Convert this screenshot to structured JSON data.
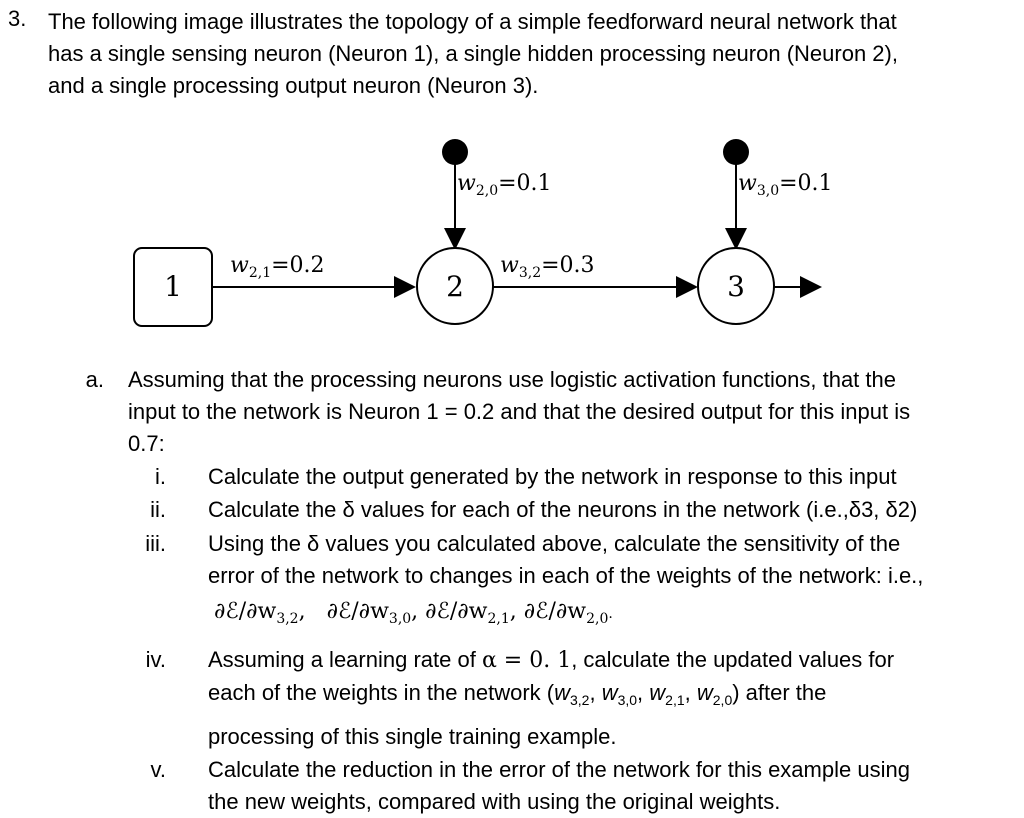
{
  "question": {
    "number": "3.",
    "intro": "The following image illustrates the topology of a simple feedforward neural network that has a single sensing neuron (Neuron 1), a single hidden processing neuron (Neuron 2), and a single processing output neuron (Neuron 3).",
    "intro_lines": [
      "The following image illustrates the topology of a simple feedforward neural network that",
      "has a single sensing neuron (Neuron 1), a single hidden processing neuron (Neuron 2),",
      "and a single processing output neuron (Neuron 3)."
    ]
  },
  "diagram": {
    "neurons": [
      {
        "id": "1",
        "type": "input"
      },
      {
        "id": "2",
        "type": "hidden"
      },
      {
        "id": "3",
        "type": "output"
      }
    ],
    "weights": {
      "w21": "w2,1=0.2",
      "w20": "w2,0=0.1",
      "w32": "w3,2=0.3",
      "w30": "w3,0=0.1"
    },
    "weight_parts": {
      "w21": {
        "sym": "w",
        "sub": "2,1",
        "val": "=0.2"
      },
      "w20": {
        "sym": "w",
        "sub": "2,0",
        "val": "=0.1"
      },
      "w32": {
        "sym": "w",
        "sub": "3,2",
        "val": "=0.3"
      },
      "w30": {
        "sym": "w",
        "sub": "3,0",
        "val": "=0.1"
      }
    }
  },
  "part_a": {
    "marker": "a.",
    "lines": [
      "Assuming that the processing neurons use logistic activation functions, that the",
      "input to the network is Neuron 1 = 0.2 and that the desired output for this input is",
      "0.7:"
    ],
    "items": [
      {
        "marker": "i.",
        "lines": [
          "Calculate the output generated by the network in response to this input"
        ]
      },
      {
        "marker": "ii.",
        "lines": [
          "Calculate the δ values for each of the neurons in the network (i.e.,δ3, δ2)"
        ]
      },
      {
        "marker": "iii.",
        "lines": [
          "Using the δ values you calculated above, calculate the sensitivity of the",
          "error of the network to changes in each of the weights of the network: i.e.,"
        ],
        "math": "∂ℰ/∂w3,2,  ∂ℰ/∂w3,0, ∂ℰ/∂w2,1, ∂ℰ/∂w2,0."
      },
      {
        "marker": "iv.",
        "lines": [
          "Assuming a learning rate of α = 0.1, calculate the updated values for",
          "each of the weights in the network (w3,2, w3,0, w2,1, w2,0) after the",
          "processing of this single training example."
        ]
      },
      {
        "marker": "v.",
        "lines": [
          "Calculate the reduction in the error of the network for this example using",
          "the new weights, compared with using the original weights."
        ]
      }
    ],
    "iv_parts": {
      "line1_pre": "Assuming a learning rate of ",
      "alpha": "α = 0. 1",
      "line1_post": ", calculate the updated values for",
      "line2_pre": "each of the weights in the network (",
      "line2_post": ") after the",
      "w": "w",
      "subs": [
        "3,2",
        "3,0",
        "2,1",
        "2,0"
      ]
    },
    "iii_math": {
      "d": "∂ℰ/∂w",
      "subs": [
        "3,2",
        "3,0",
        "2,1",
        "2,0"
      ]
    }
  }
}
